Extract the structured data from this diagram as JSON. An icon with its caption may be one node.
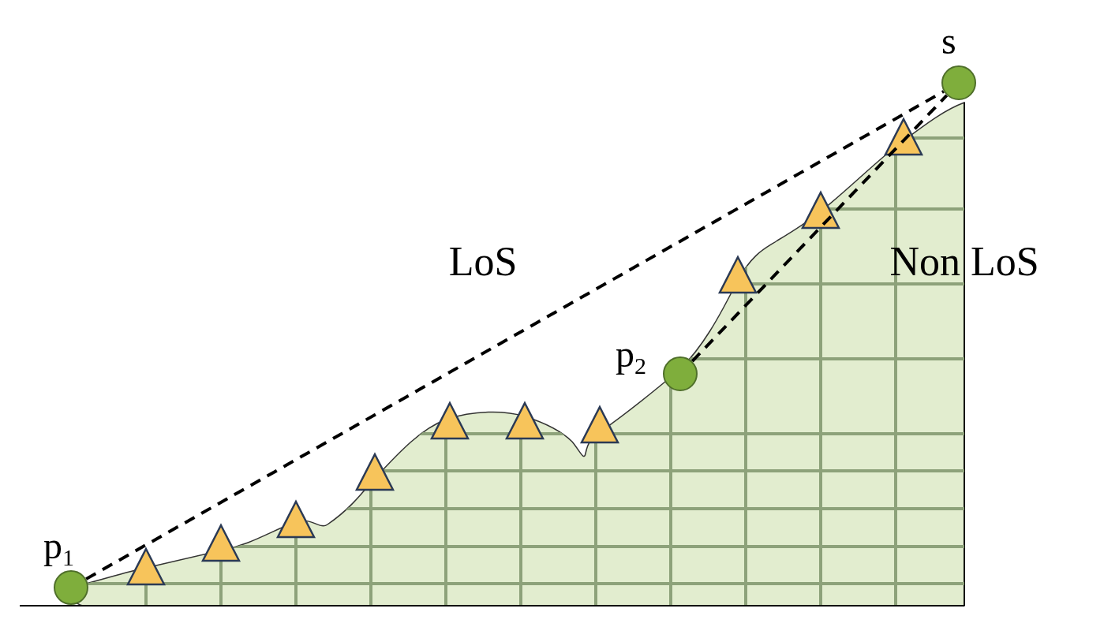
{
  "diagram": {
    "nodes": [
      {
        "text": [],
        "shape": "circle",
        "beside": [
          "p$_{1}$"
        ]
      },
      {
        "text": [],
        "shape": "circle",
        "beside": [
          "p$_{2}$"
        ]
      },
      {
        "text": [],
        "shape": "circle",
        "beside": [
          "s"
        ]
      }
    ],
    "edges": [
      {
        "from": 0,
        "to": 2,
        "arrow": "none",
        "style": "dashed",
        "label": "LoS"
      },
      {
        "from": 1,
        "to": 2,
        "arrow": "none",
        "style": "dashed",
        "label": "Non LoS"
      }
    ]
  }
}
